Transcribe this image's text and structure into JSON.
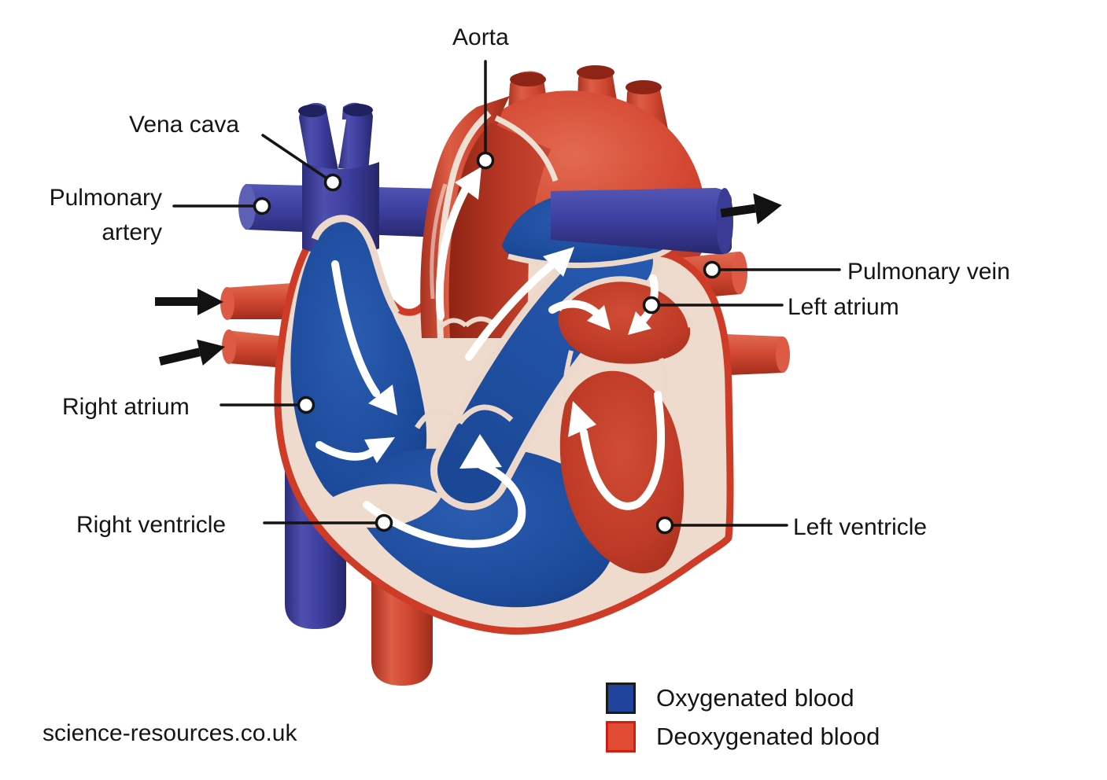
{
  "diagram": {
    "title_hint": "Cut-away diagram of the human heart",
    "labels": {
      "aorta": "Aorta",
      "vena_cava": "Vena cava",
      "pulmonary_artery_line1": "Pulmonary",
      "pulmonary_artery_line2": "artery",
      "pulmonary_vein": "Pulmonary vein",
      "left_atrium": "Left atrium",
      "right_atrium": "Right atrium",
      "right_ventricle": "Right ventricle",
      "left_ventricle": "Left ventricle"
    }
  },
  "legend": {
    "items": [
      {
        "label": "Oxygenated blood",
        "color": "#20449c",
        "border": "#1b1b1b"
      },
      {
        "label": "Deoxygenated blood",
        "color": "#e04b33",
        "border": "#d01f12"
      }
    ]
  },
  "watermark": "science-resources.co.uk",
  "colors": {
    "oxygenated_blood_blue": "#20449c",
    "deoxygenated_blood_red": "#e04b33",
    "heart_wall_cream": "#eedbcd",
    "heart_rim_red": "#ce3c28"
  }
}
